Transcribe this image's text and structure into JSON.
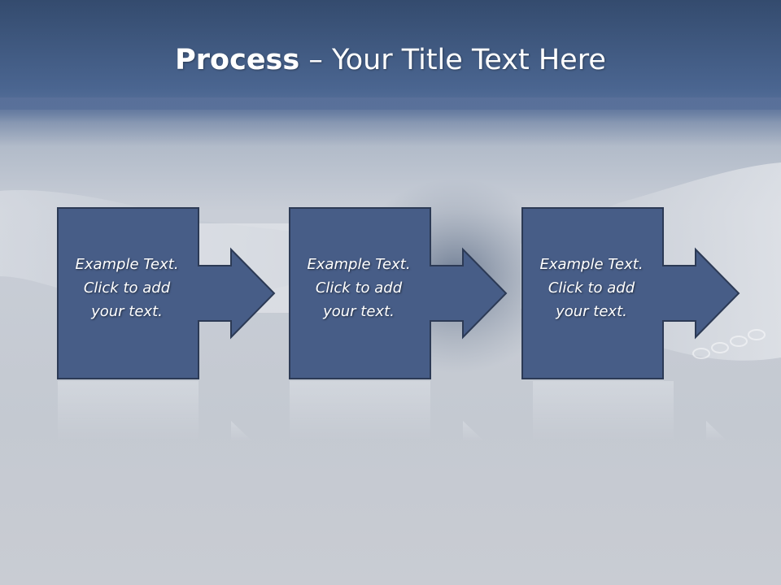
{
  "slide": {
    "title_bold": "Process",
    "title_rest": " – Your Title Text Here"
  },
  "steps": [
    {
      "line1": "Example Text.",
      "line2": "Click  to add",
      "line3": "your text."
    },
    {
      "line1": "Example Text.",
      "line2": "Click  to add",
      "line3": "your text."
    },
    {
      "line1": "Example Text.",
      "line2": "Click  to add",
      "line3": "your text."
    }
  ],
  "colors": {
    "box_fill": "#475d87",
    "box_stroke": "#2c3a55",
    "header": "#4a6590",
    "text": "#ffffff"
  },
  "icons": [
    "arrow-right-icon"
  ]
}
